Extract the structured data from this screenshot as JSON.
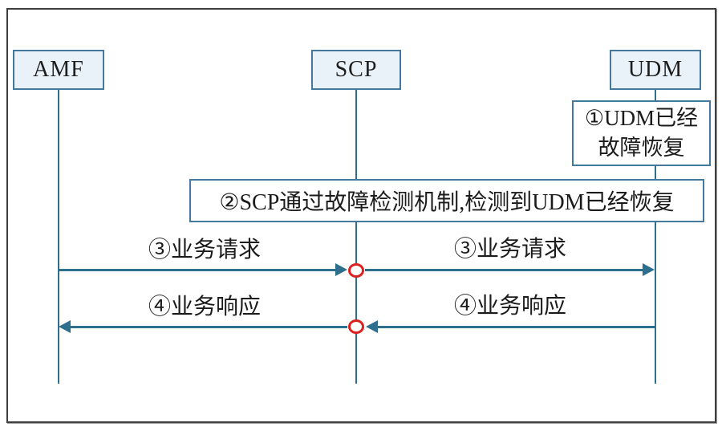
{
  "diagram": {
    "type": "sequence-diagram",
    "description": "5G core network service recovery flow between AMF, SCP and UDM"
  },
  "actors": [
    {
      "id": "amf",
      "label": "AMF"
    },
    {
      "id": "scp",
      "label": "SCP"
    },
    {
      "id": "udm",
      "label": "UDM"
    }
  ],
  "notes": [
    {
      "id": "note-1",
      "attached_to": "udm",
      "lines": [
        "①UDM已经",
        "故障恢复"
      ]
    },
    {
      "id": "note-2",
      "attached_to": "scp",
      "lines": [
        "②SCP通过故障检测机制,检测到UDM已经恢复"
      ]
    }
  ],
  "messages": [
    {
      "id": "msg-3-left",
      "label": "③业务请求",
      "from": "AMF",
      "to": "SCP",
      "direction": "right"
    },
    {
      "id": "msg-3-right",
      "label": "③业务请求",
      "from": "SCP",
      "to": "UDM",
      "direction": "right"
    },
    {
      "id": "msg-4-right",
      "label": "④业务响应",
      "from": "UDM",
      "to": "SCP",
      "direction": "left"
    },
    {
      "id": "msg-4-left",
      "label": "④业务响应",
      "from": "SCP",
      "to": "AMF",
      "direction": "left"
    }
  ],
  "colors": {
    "line": "#2e6f8e",
    "actor_fill": "#e9f2f8",
    "actor_border": "#44789c",
    "note_border": "#44789c",
    "junction_circle": "#dd2020",
    "frame_border": "#3e3e3e",
    "text": "#1b1b1b"
  }
}
